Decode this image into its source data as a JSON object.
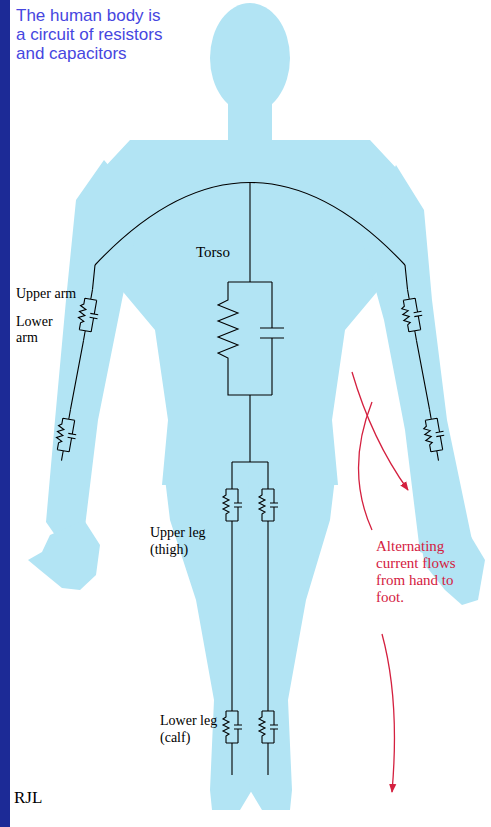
{
  "diagram": {
    "title": "The human body is a circuit of resistors and capacitors",
    "labels": [
      "Upper arm",
      "Lower arm",
      "Torso",
      "Upper leg (thigh)",
      "Lower leg (calf)",
      "Alternating current flows from hand to foot.",
      "RJL"
    ]
  }
}
